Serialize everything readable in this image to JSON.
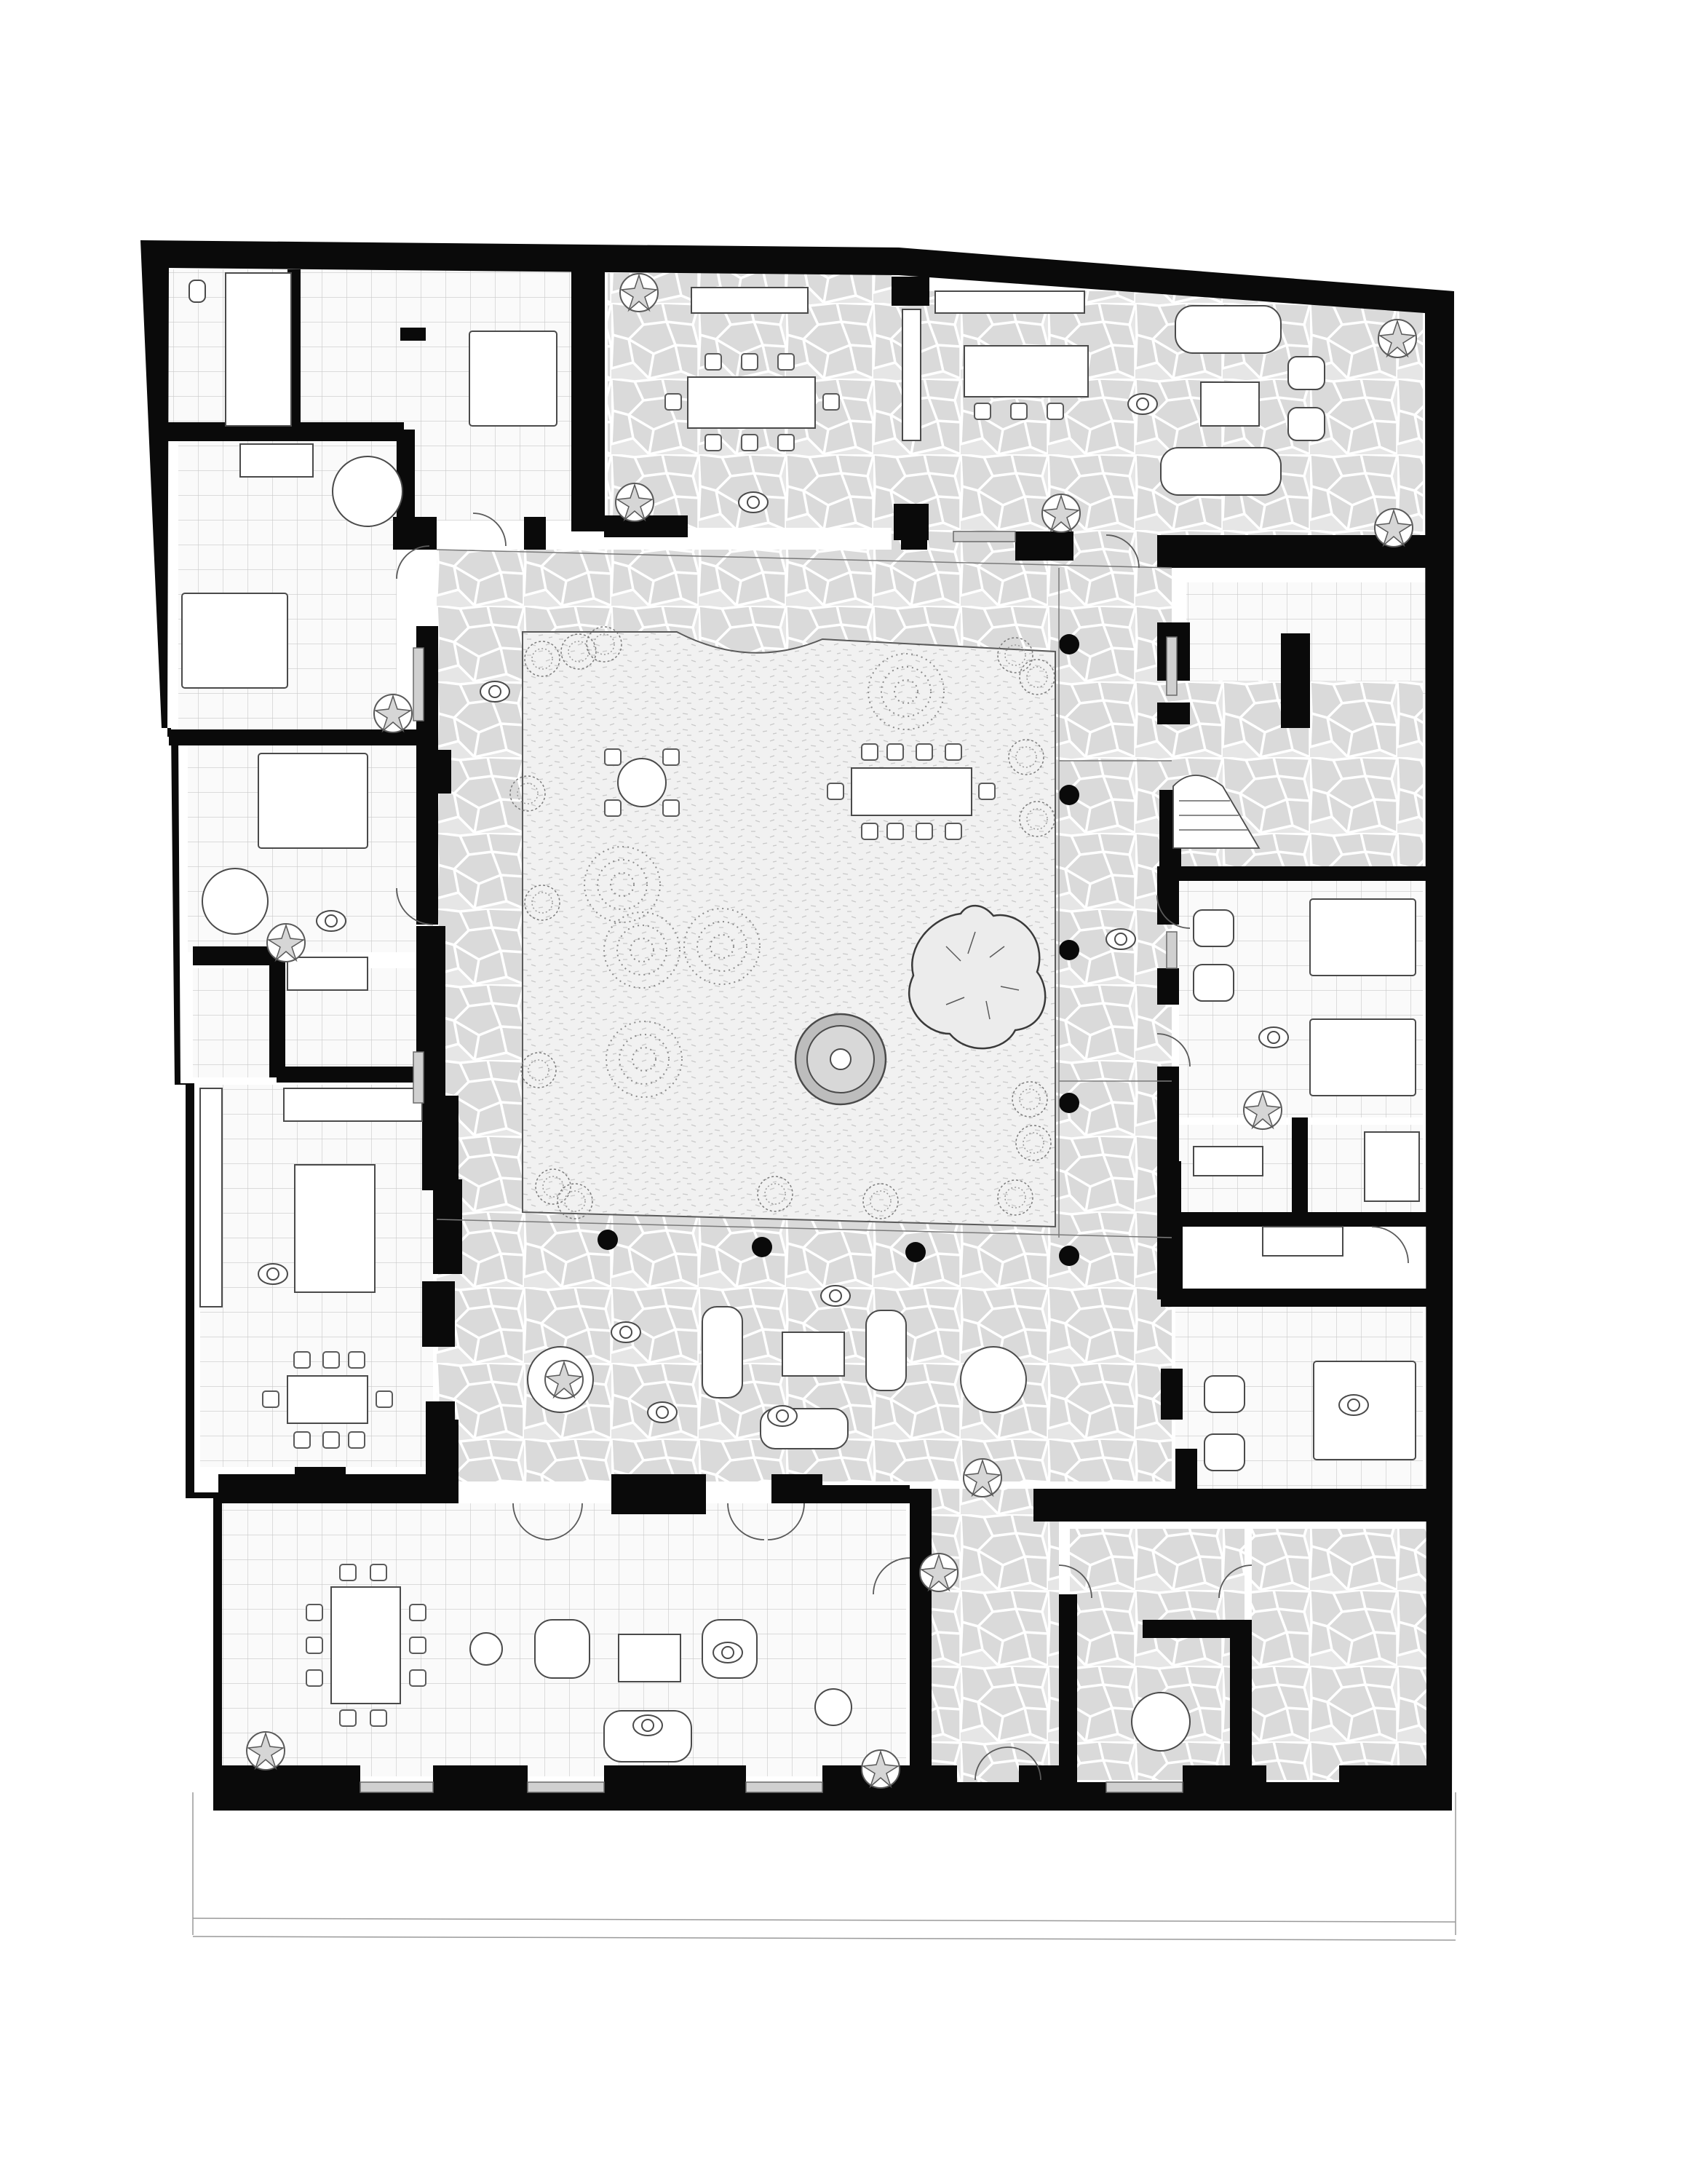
{
  "drawing": {
    "type": "architectural floor plan",
    "text_labels": []
  },
  "colors": {
    "paper": "#ffffff",
    "wall": "#0a0a0a",
    "line": "#5a5a5a",
    "fine_line": "#b8b8b8",
    "stone_fill": "#e4e4e4",
    "stone_stroke": "#ffffff",
    "court_fill": "#eeeeee",
    "tile_fill": "#fafafa",
    "glass": "#d0d0d0"
  },
  "plan": {
    "rooms": [
      {
        "name": "bathroom-nw",
        "floor": "tile"
      },
      {
        "name": "bedroom-nw",
        "floor": "tile"
      },
      {
        "name": "kitchen-dining-north",
        "floor": "stone"
      },
      {
        "name": "living-north",
        "floor": "stone"
      },
      {
        "name": "bedroom-west-1",
        "floor": "tile"
      },
      {
        "name": "bedroom-west-2",
        "floor": "tile"
      },
      {
        "name": "bathroom-west",
        "floor": "tile"
      },
      {
        "name": "kitchen-west",
        "floor": "tile"
      },
      {
        "name": "arcade-gallery",
        "floor": "stone"
      },
      {
        "name": "central-garden",
        "floor": "gravel"
      },
      {
        "name": "bathroom-ne",
        "floor": "tile"
      },
      {
        "name": "stair-hall-east",
        "floor": "stone"
      },
      {
        "name": "bedroom-east-twin",
        "floor": "tile"
      },
      {
        "name": "bathroom-east",
        "floor": "tile"
      },
      {
        "name": "bedroom-east",
        "floor": "tile"
      },
      {
        "name": "salon-south",
        "floor": "tile"
      },
      {
        "name": "entrance-passage",
        "floor": "stone"
      },
      {
        "name": "vestibule-se",
        "floor": "stone"
      },
      {
        "name": "storage-se",
        "floor": "stone"
      }
    ],
    "furniture": [
      "dining-table",
      "bed",
      "sofa",
      "armchair",
      "coffee-table",
      "kitchen-counter",
      "sink",
      "toilet",
      "shower",
      "spiral-stair",
      "straight-stair",
      "round-table",
      "fountain",
      "tree",
      "potted-plant",
      "person"
    ]
  }
}
